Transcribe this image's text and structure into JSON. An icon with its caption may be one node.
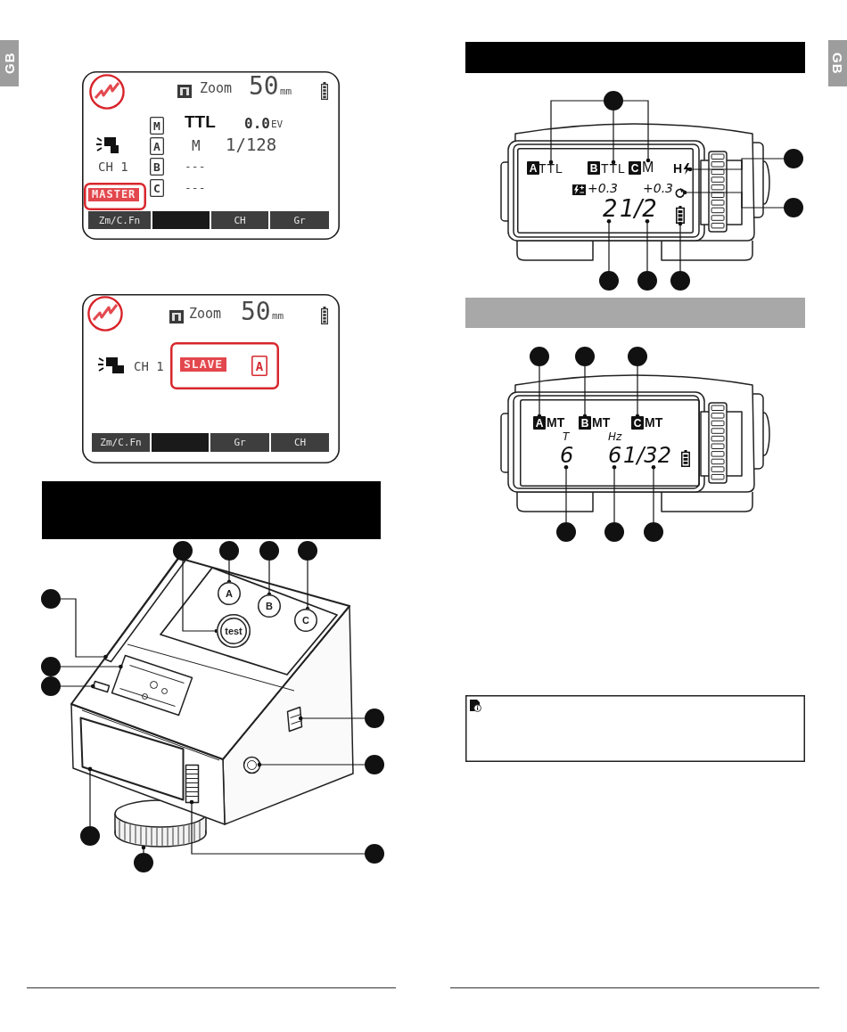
{
  "diagram": {
    "nodes": [
      {
        "text": [
          "Zoom",
          "50",
          "mm",
          "TTL",
          "0.0",
          "EV",
          "M",
          "1/128",
          "CH 1",
          "---",
          "---"
        ]
      },
      {
        "text": [
          "M"
        ],
        "in": 0
      },
      {
        "text": [
          "A"
        ],
        "in": 0
      },
      {
        "text": [
          "B"
        ],
        "in": 0
      },
      {
        "text": [
          "C"
        ],
        "in": 0
      },
      {
        "text": [
          "MASTER"
        ],
        "in": 0
      },
      {
        "text": [
          "Zm/C.Fn"
        ],
        "in": 0
      },
      {
        "text": [],
        "shape": "box",
        "in": 0
      },
      {
        "text": [
          "CH"
        ],
        "in": 0
      },
      {
        "text": [
          "Gr"
        ],
        "in": 0
      },
      {
        "text": [
          "Zoom",
          "50",
          "mm",
          "CH 1"
        ]
      },
      {
        "text": [
          "SLAVE"
        ],
        "in": 10
      },
      {
        "text": [
          "A"
        ],
        "in": 11
      },
      {
        "text": [
          "Zm/C.Fn"
        ],
        "in": 10
      },
      {
        "text": [],
        "shape": "box",
        "in": 10
      },
      {
        "text": [
          "Gr"
        ],
        "in": 10
      },
      {
        "text": [
          "CH"
        ],
        "in": 10
      },
      {
        "text": [],
        "shape": "bar"
      },
      {
        "text": [],
        "shape": "circle"
      },
      {
        "text": [],
        "shape": "circle"
      },
      {
        "text": [],
        "shape": "circle"
      },
      {
        "text": [],
        "shape": "circle"
      },
      {
        "text": [
          "A"
        ]
      },
      {
        "text": [
          "B"
        ]
      },
      {
        "text": [
          "C"
        ]
      },
      {
        "text": [
          "test"
        ]
      },
      {
        "text": [],
        "shape": "circle"
      },
      {
        "text": [],
        "shape": "circle"
      },
      {
        "text": [],
        "shape": "circle"
      },
      {
        "text": [],
        "shape": "circle"
      },
      {
        "text": [],
        "shape": "circle"
      },
      {
        "text": [],
        "shape": "circle"
      },
      {
        "text": [],
        "shape": "circle"
      },
      {
        "text": [],
        "shape": "circle"
      },
      {
        "text": [],
        "shape": "bar"
      },
      {
        "text": [],
        "shape": "box"
      },
      {
        "text": [],
        "shape": "box"
      },
      {
        "text": [],
        "shape": "box"
      },
      {
        "text": [],
        "shape": "circle"
      },
      {
        "text": [],
        "shape": "box"
      },
      {
        "text": [],
        "shape": "box"
      },
      {
        "text": [],
        "shape": "cylinder"
      },
      {
        "text": [],
        "shape": "bar"
      },
      {
        "text": [],
        "shape": "circle"
      },
      {
        "text": [
          "H",
          "+0.3",
          "+0.3"
        ]
      },
      {
        "text": [
          "A"
        ],
        "in": 44
      },
      {
        "text": [
          "TTL"
        ],
        "in": 44
      },
      {
        "text": [
          "B"
        ],
        "in": 44
      },
      {
        "text": [
          "TTL"
        ],
        "in": 44
      },
      {
        "text": [
          "C"
        ],
        "in": 44
      },
      {
        "text": [
          "M"
        ],
        "in": 44
      },
      {
        "text": [],
        "shape": "picture",
        "in": 44
      },
      {
        "text": [],
        "shape": "picture",
        "in": 44
      },
      {
        "text": [
          "2"
        ],
        "in": 44
      },
      {
        "text": [
          "1/2"
        ],
        "in": 44
      },
      {
        "text": [],
        "shape": "picture",
        "in": 44
      },
      {
        "text": [],
        "shape": "circle"
      },
      {
        "text": [],
        "shape": "circle"
      },
      {
        "text": [],
        "shape": "circle"
      },
      {
        "text": [],
        "shape": "circle"
      },
      {
        "text": [],
        "shape": "circle"
      },
      {
        "text": [],
        "shape": "bar"
      },
      {
        "text": [],
        "shape": "circle"
      },
      {
        "text": [],
        "shape": "circle"
      },
      {
        "text": [],
        "shape": "circle"
      },
      {
        "text": [
          "MT",
          "MT",
          "MT",
          "T",
          "Hz"
        ]
      },
      {
        "text": [
          "A"
        ],
        "in": 65
      },
      {
        "text": [
          "B"
        ],
        "in": 65
      },
      {
        "text": [
          "C"
        ],
        "in": 65
      },
      {
        "text": [
          "6"
        ],
        "in": 65
      },
      {
        "text": [
          "6"
        ],
        "in": 65
      },
      {
        "text": [
          "1/32"
        ],
        "in": 65
      },
      {
        "text": [],
        "shape": "circle"
      },
      {
        "text": [],
        "shape": "circle"
      },
      {
        "text": [],
        "shape": "circle"
      }
    ],
    "edges": [
      {
        "from": 18,
        "to": 25,
        "arrow": "other"
      },
      {
        "from": 19,
        "to": 22,
        "arrow": "other"
      },
      {
        "from": 20,
        "to": 23,
        "arrow": "other"
      },
      {
        "from": 21,
        "to": 24,
        "arrow": "other"
      },
      {
        "from": 26,
        "to": 34,
        "arrow": "other"
      },
      {
        "from": 27,
        "to": 35,
        "arrow": "other"
      },
      {
        "from": 28,
        "to": 36,
        "arrow": "other"
      },
      {
        "from": 29,
        "to": 37,
        "arrow": "other"
      },
      {
        "from": 30,
        "to": 38,
        "arrow": "other"
      },
      {
        "from": 31,
        "to": 39,
        "arrow": "other"
      },
      {
        "from": 32,
        "to": 40,
        "arrow": "other"
      },
      {
        "from": 33,
        "to": 41,
        "arrow": "other"
      },
      {
        "from": 43,
        "to": 46,
        "arrow": "other"
      },
      {
        "from": 43,
        "to": 48,
        "arrow": "other"
      },
      {
        "from": 43,
        "to": 50,
        "arrow": "other"
      },
      {
        "from": 56,
        "to": 51,
        "arrow": "other"
      },
      {
        "from": 57,
        "to": 52,
        "arrow": "other"
      },
      {
        "from": 58,
        "to": 53,
        "arrow": "other"
      },
      {
        "from": 59,
        "to": 54,
        "arrow": "other"
      },
      {
        "from": 60,
        "to": 55,
        "arrow": "other"
      },
      {
        "from": 62,
        "to": 66,
        "arrow": "other"
      },
      {
        "from": 63,
        "to": 67,
        "arrow": "other"
      },
      {
        "from": 64,
        "to": 68,
        "arrow": "other"
      },
      {
        "from": 72,
        "to": 69,
        "arrow": "other"
      },
      {
        "from": 73,
        "to": 70,
        "arrow": "other"
      },
      {
        "from": 74,
        "to": 71,
        "arrow": "other"
      }
    ],
    "labels": [
      "GB",
      "GB"
    ]
  }
}
